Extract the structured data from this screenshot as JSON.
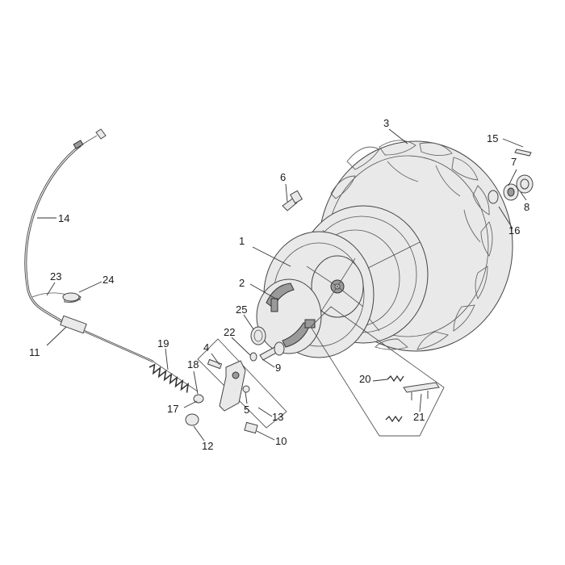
{
  "colors": {
    "line": "#444444",
    "fill": "#e9e9e9",
    "shade": "#9a9a9a"
  },
  "callouts": {
    "c1": "1",
    "c2": "2",
    "c3": "3",
    "c4": "4",
    "c5": "5",
    "c6": "6",
    "c7": "7",
    "c8": "8",
    "c9": "9",
    "c10": "10",
    "c11": "11",
    "c12": "12",
    "c13": "13",
    "c14": "14",
    "c15": "15",
    "c16": "16",
    "c17": "17",
    "c18": "18",
    "c19": "19",
    "c20": "20",
    "c21": "21",
    "c22": "22",
    "c23": "23",
    "c24": "24",
    "c25": "25"
  }
}
